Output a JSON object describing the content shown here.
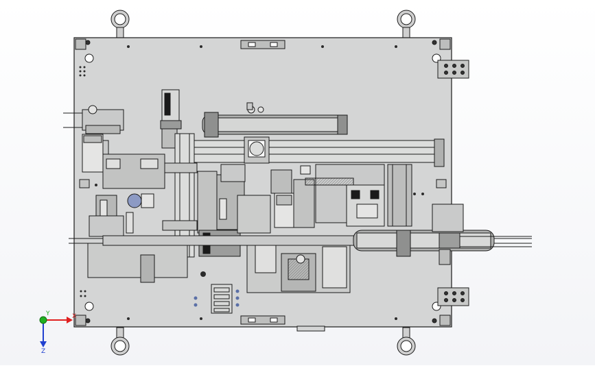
{
  "triad": {
    "x_label": "X",
    "y_label": "Y",
    "z_label": "Z"
  },
  "colors": {
    "background": "#ffffff",
    "plate": "#d4d5d5",
    "edge": "#1a1a1a",
    "metal_light": "#e4e4e3",
    "metal_dark": "#9a9b9a",
    "hole_blue": "#5a6fa6",
    "axis_x": "#e02020",
    "axis_y": "#20b020",
    "axis_z": "#2040d0"
  }
}
